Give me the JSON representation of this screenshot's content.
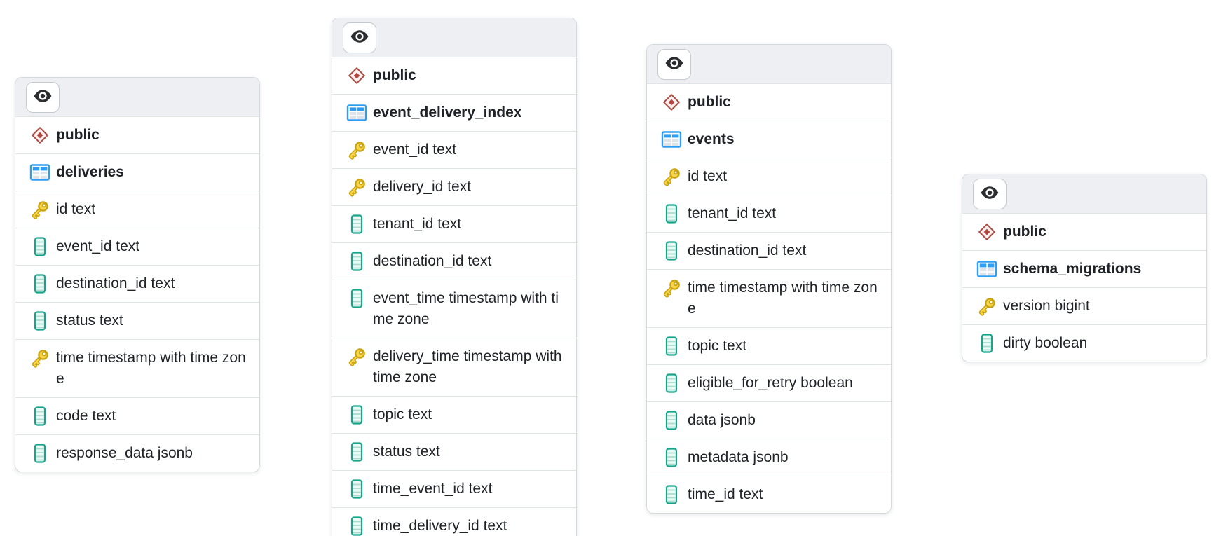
{
  "canvas": {
    "background": "#ffffff"
  },
  "colors": {
    "card_header_bg": "#edeff2",
    "card_border": "#d5d9de",
    "row_divider": "#dfe2e6",
    "text": "#1f2328",
    "schema_icon_red": "#b5463d",
    "table_icon_blue": "#2e9df2",
    "key_icon_gold": "#f7d64b",
    "key_icon_outline": "#c9a20e",
    "column_icon_teal": "#17a58b",
    "eye_icon_dark": "#2b2d30"
  },
  "icons": {
    "header_button": "eye-icon",
    "schema_row": "schema-diamond-icon",
    "table_row": "table-grid-icon",
    "primary_key_column": "primary-key-icon",
    "regular_column": "column-icon"
  },
  "tables": [
    {
      "schema": "public",
      "name": "deliveries",
      "columns": [
        {
          "name": "id",
          "type": "text",
          "label": "id text",
          "primary_key": true
        },
        {
          "name": "event_id",
          "type": "text",
          "label": "event_id text",
          "primary_key": false
        },
        {
          "name": "destination_id",
          "type": "text",
          "label": "destination_id text",
          "primary_key": false
        },
        {
          "name": "status",
          "type": "text",
          "label": "status text",
          "primary_key": false
        },
        {
          "name": "time",
          "type": "timestamp with time zone",
          "label": "time timestamp with time zone",
          "primary_key": true
        },
        {
          "name": "code",
          "type": "text",
          "label": "code text",
          "primary_key": false
        },
        {
          "name": "response_data",
          "type": "jsonb",
          "label": "response_data jsonb",
          "primary_key": false
        }
      ]
    },
    {
      "schema": "public",
      "name": "event_delivery_index",
      "columns": [
        {
          "name": "event_id",
          "type": "text",
          "label": "event_id text",
          "primary_key": true
        },
        {
          "name": "delivery_id",
          "type": "text",
          "label": "delivery_id text",
          "primary_key": true
        },
        {
          "name": "tenant_id",
          "type": "text",
          "label": "tenant_id text",
          "primary_key": false
        },
        {
          "name": "destination_id",
          "type": "text",
          "label": "destination_id text",
          "primary_key": false
        },
        {
          "name": "event_time",
          "type": "timestamp with time zone",
          "label": "event_time timestamp with time zone",
          "primary_key": false
        },
        {
          "name": "delivery_time",
          "type": "timestamp with time zone",
          "label": "delivery_time timestamp with time zone",
          "primary_key": true
        },
        {
          "name": "topic",
          "type": "text",
          "label": "topic text",
          "primary_key": false
        },
        {
          "name": "status",
          "type": "text",
          "label": "status text",
          "primary_key": false
        },
        {
          "name": "time_event_id",
          "type": "text",
          "label": "time_event_id text",
          "primary_key": false
        },
        {
          "name": "time_delivery_id",
          "type": "text",
          "label": "time_delivery_id text",
          "primary_key": false
        }
      ]
    },
    {
      "schema": "public",
      "name": "events",
      "columns": [
        {
          "name": "id",
          "type": "text",
          "label": "id text",
          "primary_key": true
        },
        {
          "name": "tenant_id",
          "type": "text",
          "label": "tenant_id text",
          "primary_key": false
        },
        {
          "name": "destination_id",
          "type": "text",
          "label": "destination_id text",
          "primary_key": false
        },
        {
          "name": "time",
          "type": "timestamp with time zone",
          "label": "time timestamp with time zone",
          "primary_key": true
        },
        {
          "name": "topic",
          "type": "text",
          "label": "topic text",
          "primary_key": false
        },
        {
          "name": "eligible_for_retry",
          "type": "boolean",
          "label": "eligible_for_retry boolean",
          "primary_key": false
        },
        {
          "name": "data",
          "type": "jsonb",
          "label": "data jsonb",
          "primary_key": false
        },
        {
          "name": "metadata",
          "type": "jsonb",
          "label": "metadata jsonb",
          "primary_key": false
        },
        {
          "name": "time_id",
          "type": "text",
          "label": "time_id text",
          "primary_key": false
        }
      ]
    },
    {
      "schema": "public",
      "name": "schema_migrations",
      "columns": [
        {
          "name": "version",
          "type": "bigint",
          "label": "version bigint",
          "primary_key": true
        },
        {
          "name": "dirty",
          "type": "boolean",
          "label": "dirty boolean",
          "primary_key": false
        }
      ]
    }
  ]
}
